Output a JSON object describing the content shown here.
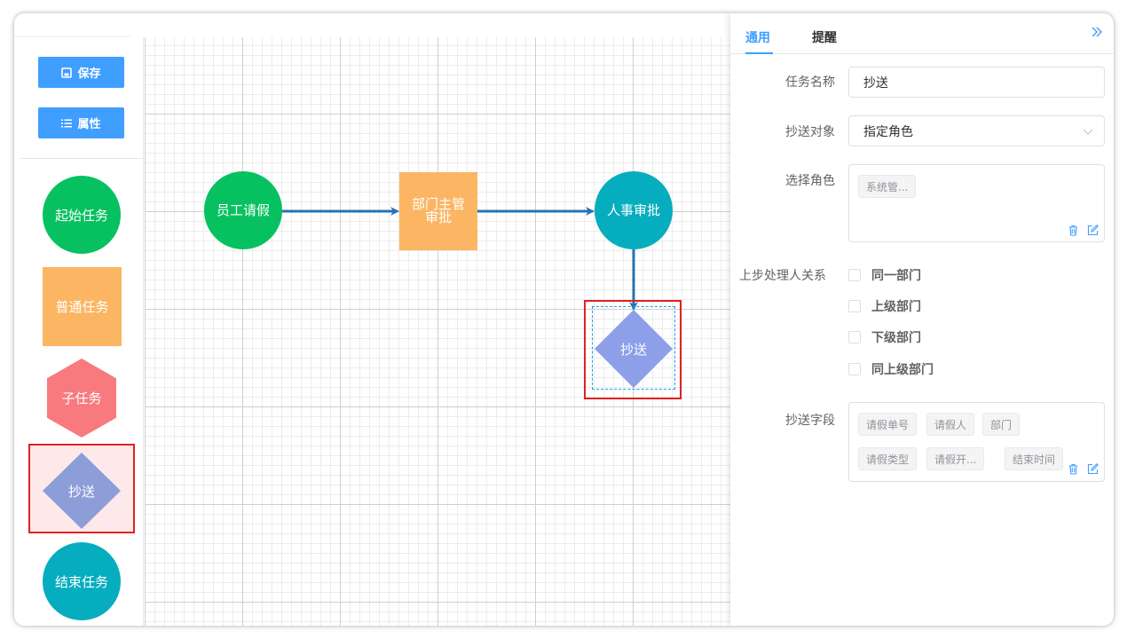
{
  "palette": {
    "save_label": "保存",
    "props_label": "属性",
    "items": {
      "start": "起始任务",
      "normal": "普通任务",
      "sub": "子任务",
      "cc": "抄送",
      "end": "结束任务"
    }
  },
  "diagram": {
    "nodes": {
      "start": "员工请假",
      "dept": "部门主管审批",
      "hr": "人事审批",
      "cc": "抄送"
    }
  },
  "colors": {
    "green": "#07c160",
    "orange": "#fbb563",
    "red": "#f97a7e",
    "purple": "#8c9dd8",
    "teal": "#06adbe",
    "blue": "#409eff",
    "edge": "#2573b3",
    "selection": "#e22121"
  },
  "panel": {
    "tabs": [
      "通用",
      "提醒"
    ],
    "task_name": {
      "label": "任务名称",
      "value": "抄送"
    },
    "cc_target": {
      "label": "抄送对象",
      "value": "指定角色"
    },
    "roles": {
      "label": "选择角色",
      "tags": [
        "系统管..."
      ]
    },
    "prev_relation": {
      "label": "上步处理人关系",
      "options": [
        "同一部门",
        "上级部门",
        "下级部门",
        "同上级部门"
      ]
    },
    "cc_fields": {
      "label": "抄送字段",
      "tags": [
        "请假单号",
        "请假人",
        "部门",
        "请假类型",
        "请假开...",
        "结束时间"
      ]
    }
  }
}
